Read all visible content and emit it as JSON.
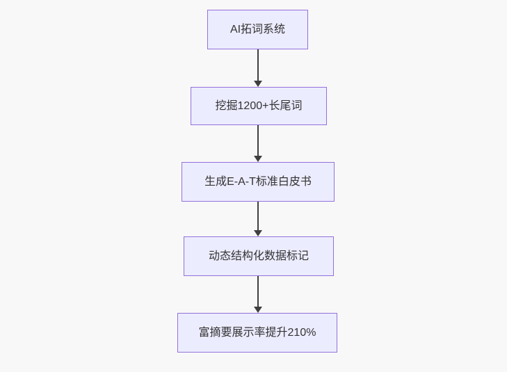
{
  "diagram": {
    "type": "flowchart",
    "direction": "top-down",
    "nodes": [
      {
        "id": "n1",
        "label": "AI拓词系统"
      },
      {
        "id": "n2",
        "label": "挖掘1200+长尾词"
      },
      {
        "id": "n3",
        "label": "生成E-A-T标准白皮书"
      },
      {
        "id": "n4",
        "label": "动态结构化数据标记"
      },
      {
        "id": "n5",
        "label": "富摘要展示率提升210%"
      }
    ],
    "edges": [
      {
        "from": "n1",
        "to": "n2"
      },
      {
        "from": "n2",
        "to": "n3"
      },
      {
        "from": "n3",
        "to": "n4"
      },
      {
        "from": "n4",
        "to": "n5"
      }
    ],
    "colors": {
      "background": "#f8f8f8",
      "node_fill": "#ECECFF",
      "node_border": "#9370DB",
      "arrow": "#3f3f3f",
      "text": "#333333"
    }
  }
}
